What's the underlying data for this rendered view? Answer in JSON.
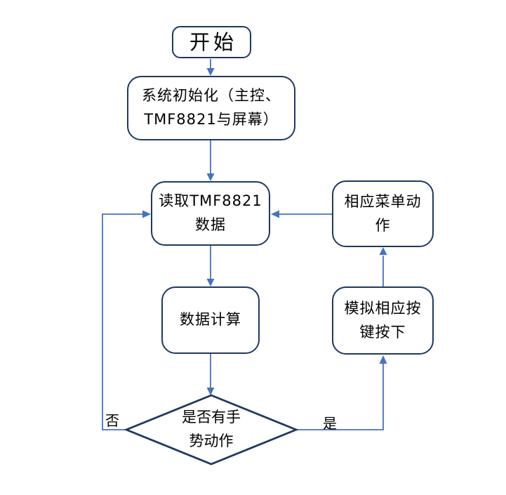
{
  "diagram": {
    "type": "flowchart",
    "background_color": "#FFFFFF",
    "shape_border_color": "#1F3864",
    "connector_color": "#4472C4",
    "text_color": "#000000"
  },
  "nodes": {
    "start": {
      "shape": "rounded-rectangle",
      "label": "开始"
    },
    "init": {
      "shape": "rounded-rectangle",
      "lines": [
        "系统初始化（主控、",
        "TMF8821与屏幕）"
      ]
    },
    "read": {
      "shape": "rounded-rectangle",
      "lines": [
        "读取TMF8821",
        "数据"
      ]
    },
    "calc": {
      "shape": "rounded-rectangle",
      "lines": [
        "数据计算"
      ]
    },
    "menu": {
      "shape": "rounded-rectangle",
      "lines": [
        "相应菜单动",
        "作"
      ]
    },
    "sim": {
      "shape": "rounded-rectangle",
      "lines": [
        "模拟相应按",
        "键按下"
      ]
    },
    "decision": {
      "shape": "diamond",
      "lines": [
        "是否有手",
        "势动作"
      ]
    }
  },
  "edges": {
    "no_label": "否",
    "yes_label": "是",
    "connections": [
      {
        "from": "start",
        "to": "init"
      },
      {
        "from": "init",
        "to": "read"
      },
      {
        "from": "read",
        "to": "calc"
      },
      {
        "from": "calc",
        "to": "decision"
      },
      {
        "from": "decision",
        "to": "read",
        "label": "否"
      },
      {
        "from": "decision",
        "to": "sim",
        "label": "是"
      },
      {
        "from": "sim",
        "to": "menu"
      },
      {
        "from": "menu",
        "to": "read"
      }
    ]
  }
}
